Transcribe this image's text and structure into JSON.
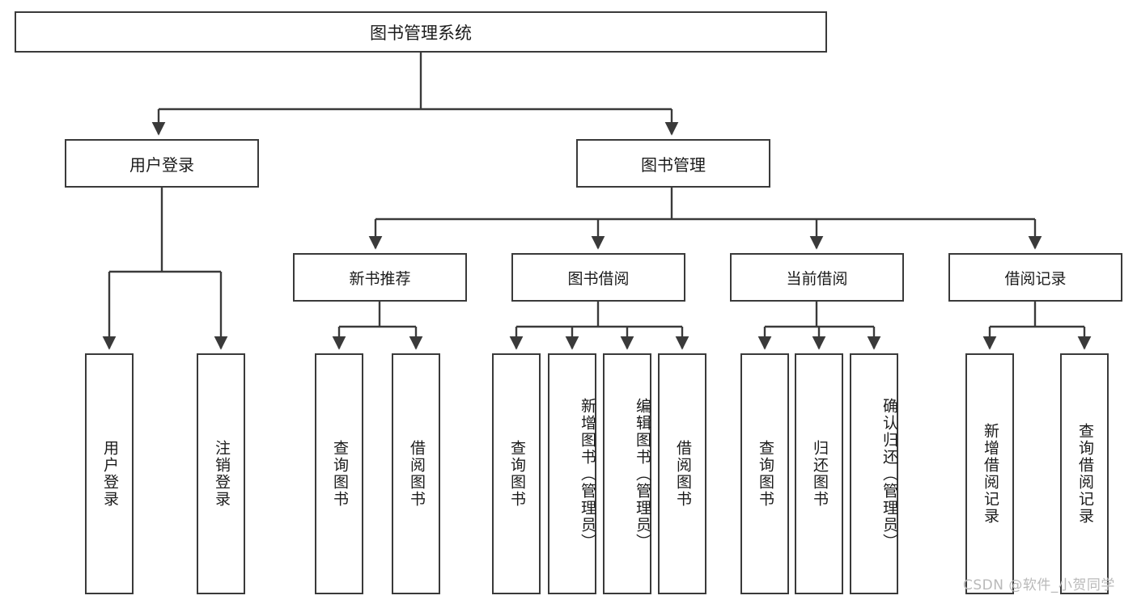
{
  "diagram": {
    "title": "图书管理系统",
    "type": "tree-hierarchy",
    "watermark": "CSDN @软件_小贺同学",
    "colors": {
      "stroke": "#3a3a3a",
      "background": "#ffffff",
      "text": "#1b1b1b",
      "watermark": "#b9b9b9"
    },
    "root": {
      "label": "图书管理系统"
    },
    "level1": [
      {
        "label": "用户登录"
      },
      {
        "label": "图书管理"
      }
    ],
    "level2": [
      {
        "label": "新书推荐"
      },
      {
        "label": "图书借阅"
      },
      {
        "label": "当前借阅"
      },
      {
        "label": "借阅记录"
      }
    ],
    "leaves": {
      "user_login": [
        {
          "label": "用户登录"
        },
        {
          "label": "注销登录"
        }
      ],
      "new_book_recommend": [
        {
          "label": "查询图书"
        },
        {
          "label": "借阅图书"
        }
      ],
      "book_borrow": [
        {
          "label": "查询图书"
        },
        {
          "label": "新增图书（管理员）"
        },
        {
          "label": "编辑图书（管理员）"
        },
        {
          "label": "借阅图书"
        }
      ],
      "current_borrow": [
        {
          "label": "查询图书"
        },
        {
          "label": "归还图书"
        },
        {
          "label": "确认归还（管理员）"
        }
      ],
      "borrow_records": [
        {
          "label": "新增借阅记录"
        },
        {
          "label": "查询借阅记录"
        }
      ]
    }
  }
}
